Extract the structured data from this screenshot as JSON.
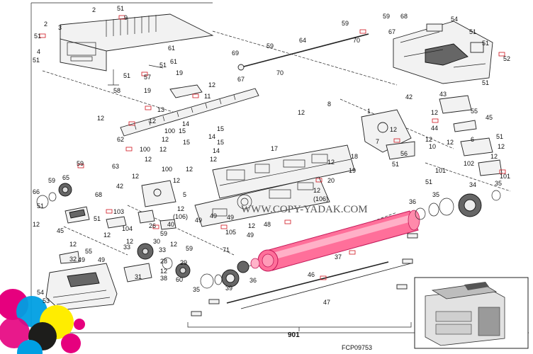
{
  "labels": {
    "n2": "2",
    "n3": "3",
    "n51": "51",
    "n9": "9",
    "n12": "12",
    "n4": "4",
    "n61": "61",
    "n57": "57",
    "n58": "58",
    "n19": "19",
    "n11": "11",
    "n13": "13",
    "n59": "59",
    "n68": "68",
    "n54": "54",
    "n70": "70",
    "n64": "64",
    "n69": "69",
    "n67": "67",
    "n52": "52",
    "n8": "8",
    "n42": "42",
    "n43": "43",
    "n55": "55",
    "n45": "45",
    "n44": "44",
    "n15": "15",
    "n14": "14",
    "n100": "100",
    "n62": "62",
    "n17": "17",
    "n18": "18",
    "n7": "7",
    "n56": "56",
    "n10": "10",
    "n6": "6",
    "n63": "63",
    "n101": "101",
    "n102": "102",
    "n20": "20",
    "n34": "34",
    "n35": "35",
    "n65": "65",
    "n66": "66",
    "n5": "5",
    "n103": "103",
    "n26": "26",
    "n40": "40",
    "n104": "104",
    "n49": "49",
    "n106": "(106)",
    "n105": "105",
    "n48": "48",
    "n36": "36",
    "n53": "53",
    "n71": "71",
    "n37": "37",
    "n33": "33",
    "n32": "32",
    "n28": "28",
    "n29": "29",
    "n60": "60",
    "n31": "31",
    "n38": "38",
    "n39": "39",
    "n46": "46",
    "n47": "47",
    "n901": "901",
    "n1": "1",
    "n30": "30"
  },
  "watermark": "WWW.COPY-YADAK.COM",
  "figure_code": "FCP09753",
  "accent_colors": {
    "roller": "#ff6f9a",
    "roller_light": "#ffc0d2",
    "callout": "#d0141e"
  },
  "logo": {
    "name": "cmyk-circles-logo",
    "colors": [
      "#e6007e",
      "#009fe3",
      "#ffed00",
      "#1d1d1b"
    ]
  }
}
